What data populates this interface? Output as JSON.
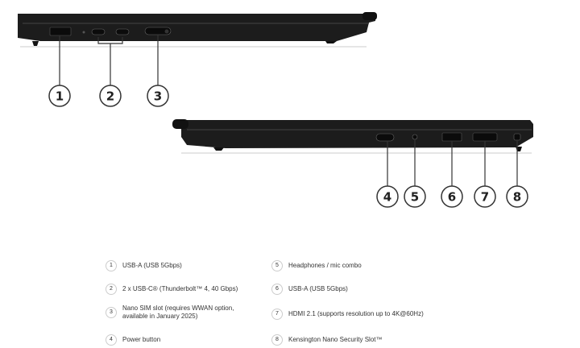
{
  "callouts": [
    "1",
    "2",
    "3",
    "4",
    "5",
    "6",
    "7",
    "8"
  ],
  "legend": [
    {
      "num": "1",
      "label": "USB-A (USB 5Gbps)"
    },
    {
      "num": "2",
      "label": "2 x USB-C® (Thunderbolt™ 4, 40 Gbps)"
    },
    {
      "num": "3",
      "label": "Nano SIM slot (requires WWAN option, available in January 2025)"
    },
    {
      "num": "4",
      "label": "Power button"
    },
    {
      "num": "5",
      "label": "Headphones / mic combo"
    },
    {
      "num": "6",
      "label": "USB-A (USB 5Gbps)"
    },
    {
      "num": "7",
      "label": "HDMI 2.1 (supports resolution up to 4K@60Hz)"
    },
    {
      "num": "8",
      "label": "Kensington Nano Security Slot™"
    }
  ],
  "colors": {
    "body": "#1c1c1c",
    "line": "#333333"
  }
}
